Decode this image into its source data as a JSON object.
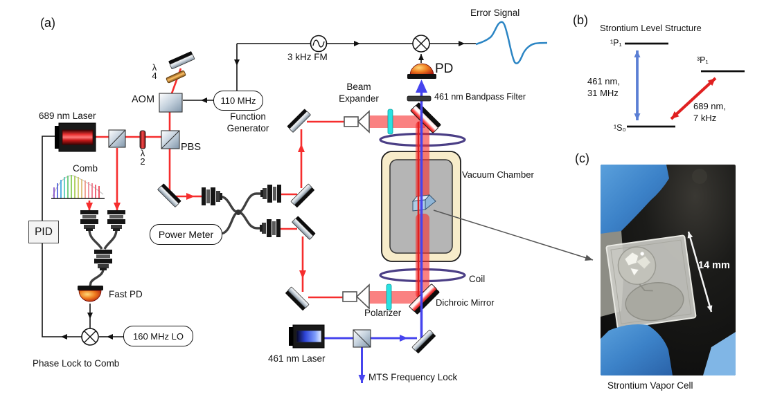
{
  "panel_a": {
    "tag": "(a)",
    "labels": {
      "laser_689": "689 nm Laser",
      "comb": "Comb",
      "pid": "PID",
      "fast_pd": "Fast PD",
      "lo": "160 MHz LO",
      "phase_lock": "Phase Lock to Comb",
      "aom": "AOM",
      "pbs": "PBS",
      "lambda_quarter_top": "λ",
      "lambda_quarter_bottom": "4",
      "lambda_half_top": "λ",
      "lambda_half_bottom": "2",
      "fg_freq": "110 MHz",
      "fg_name_1": "Function",
      "fg_name_2": "Generator",
      "fm": "3 kHz FM",
      "error_signal": "Error Signal",
      "pd": "PD",
      "bandpass": "461 nm Bandpass Filter",
      "beam_expander_1": "Beam",
      "beam_expander_2": "Expander",
      "power_meter": "Power Meter",
      "vacuum_chamber": "Vacuum Chamber",
      "coil": "Coil",
      "dichroic": "Dichroic Mirror",
      "polarizer": "Polarizer",
      "laser_461": "461 nm Laser",
      "mts": "MTS Frequency Lock"
    }
  },
  "panel_b": {
    "tag": "(b)",
    "title": "Strontium Level Structure",
    "level_1p1": "¹P₁",
    "level_3p1": "³P₁",
    "level_1s0": "¹S₀",
    "blue_transition_1": "461 nm,",
    "blue_transition_2": "31 MHz",
    "red_transition_1": "689 nm,",
    "red_transition_2": "7 kHz"
  },
  "panel_c": {
    "tag": "(c)",
    "dimension": "14 mm",
    "caption": "Strontium Vapor Cell"
  },
  "colors": {
    "red_beam": "#f62d2d",
    "blue_beam": "#4644ee",
    "error_curve": "#2b85c4",
    "coil": "#4b3f86",
    "chamber_outer": "#f7ecca",
    "chamber_inner": "#b5b5b5",
    "cyan_optic": "#29e2e2",
    "glove_blue": "#3c82c8"
  }
}
